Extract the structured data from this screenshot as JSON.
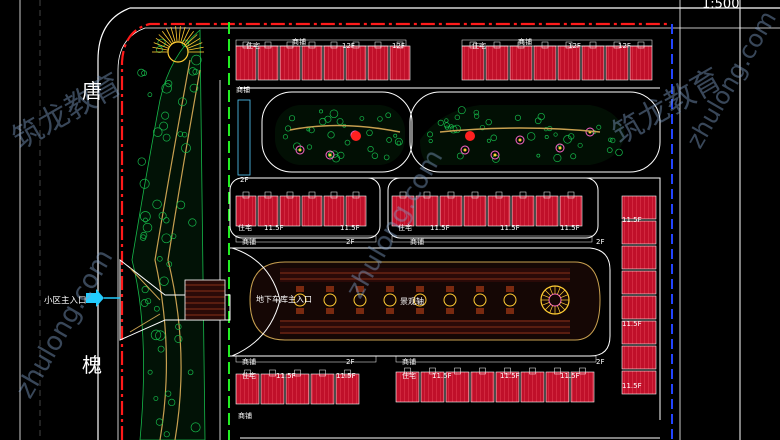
{
  "scale_label": "1:500",
  "road_name_chars": [
    "唐",
    "槐"
  ],
  "labels": {
    "main_entrance": "小区主入口",
    "underground_entrance": "地下车库主入口",
    "landscape_axis": "景观轴",
    "residential": "住宅",
    "commercial": "商铺",
    "floors_12": "12F",
    "floors_2": "2F",
    "floors_11_5": "11.5F"
  },
  "watermark": {
    "text_cn": "筑龙教育",
    "text_en": "zhulong.com"
  },
  "colors": {
    "background": "#000000",
    "building": "#e0102a",
    "building_outline": "#ffffff",
    "road_line": "#ffffff",
    "boundary_red": "#ff1a1a",
    "boundary_green": "#22ee22",
    "boundary_blue": "#2244ff",
    "tree": "#16b84a",
    "plaza": "#c8a050",
    "entrance_arrow": "#22ccff",
    "label_text": "#ffffff"
  }
}
